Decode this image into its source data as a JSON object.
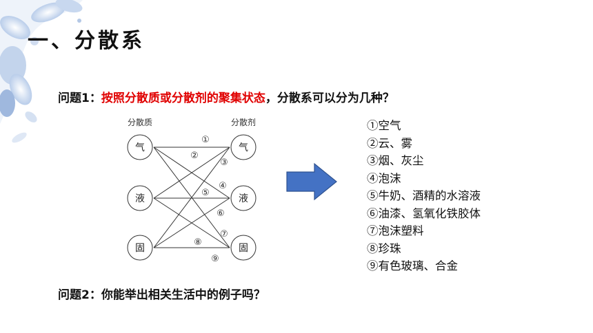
{
  "slide": {
    "title": "一、分散系",
    "question1": {
      "prefix": "问题1：",
      "highlight": "按照分散质或分散剂的聚集状态",
      "suffix": "，分散系可以分为几种？"
    },
    "question2": "问题2：你能举出相关生活中的例子吗？"
  },
  "diagram": {
    "left_header": "分散质",
    "right_header": "分散剂",
    "left_nodes": [
      "气",
      "液",
      "固"
    ],
    "right_nodes": [
      "气",
      "液",
      "固"
    ],
    "edge_labels": [
      "①",
      "②",
      "③",
      "④",
      "⑤",
      "⑥",
      "⑦",
      "⑧",
      "⑨"
    ]
  },
  "examples": [
    "①空气",
    "②云、雾",
    "③烟、灰尘",
    "④泡沫",
    "⑤牛奶、酒精的水溶液",
    "⑥油漆、氢氧化铁胶体",
    "⑦泡沫塑料",
    "⑧珍珠",
    "⑨有色玻璃、合金"
  ],
  "colors": {
    "highlight": "#e00000",
    "arrow_fill": "#4472c4",
    "arrow_stroke": "#2f528f",
    "decoration": "#a9c2e6"
  },
  "icons": {
    "arrow": "right-arrow-icon",
    "decoration": "floral-decoration-icon"
  }
}
